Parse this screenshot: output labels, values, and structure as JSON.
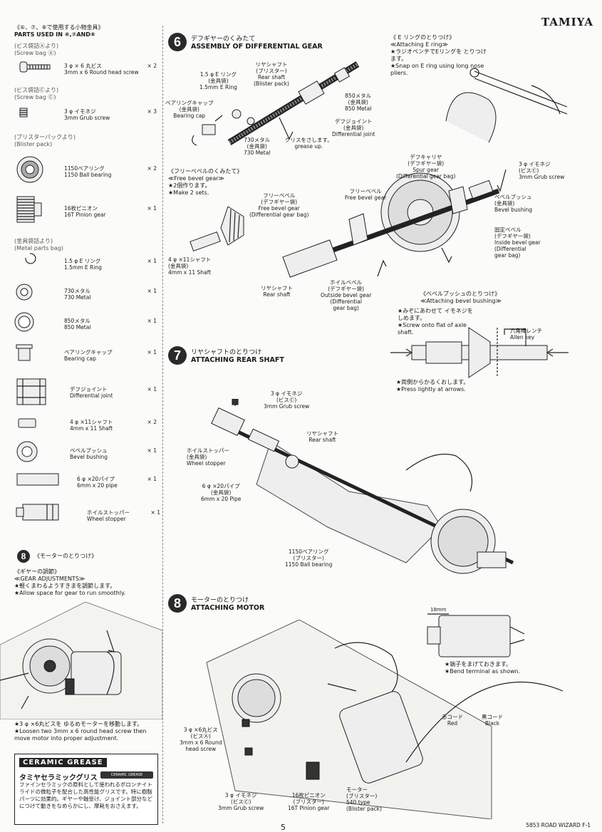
{
  "brand": "TAMIYA",
  "footer": {
    "page": "5",
    "model": "5853 ROAD WIZARD F-1"
  },
  "parts": {
    "title_jp": "《⑥、⑦、⑧で使用する小物金具》",
    "title_en": "PARTS USED IN ⑥,⑦AND⑧",
    "groups": [
      {
        "jp": "(ビス袋詰Ⓐより)",
        "en": "(Screw bag Ⓐ)"
      },
      {
        "jp": "(ビス袋詰Ⓒより)",
        "en": "(Screw bag Ⓒ)"
      },
      {
        "jp": "(ブリスターパックより)",
        "en": "(Blister pack)"
      },
      {
        "jp": "(金具袋詰より)",
        "en": "(Metal parts bag)"
      }
    ],
    "items": [
      {
        "jp": "3 φ × 6 丸ビス",
        "en": "3mm x 6 Round head screw",
        "qty": "× 2"
      },
      {
        "jp": "3 φ イモネジ",
        "en": "3mm Grub screw",
        "qty": "× 3"
      },
      {
        "jp": "1150ベアリング",
        "en": "1150 Ball bearing",
        "qty": "× 2"
      },
      {
        "jp": "16枚ピニオン",
        "en": "16T Pinion gear",
        "qty": "× 1"
      },
      {
        "jp": "1.5 φ E リング",
        "en": "1.5mm E Ring",
        "qty": "× 1"
      },
      {
        "jp": "730メタル",
        "en": "730 Metal",
        "qty": "× 1"
      },
      {
        "jp": "850メタル",
        "en": "850 Metal",
        "qty": "× 1"
      },
      {
        "jp": "ベアリングキャップ",
        "en": "Bearing cap",
        "qty": "× 1"
      },
      {
        "jp": "デフジョイント",
        "en": "Differential joint",
        "qty": "× 1"
      },
      {
        "jp": "4 φ ×11シャフト",
        "en": "4mm x 11 Shaft",
        "qty": "× 2"
      },
      {
        "jp": "ベベルブッシュ",
        "en": "Bevel bushing",
        "qty": "× 1"
      },
      {
        "jp": "6 φ ×20パイプ",
        "en": "6mm x 20 pipe",
        "qty": "× 1"
      },
      {
        "jp": "ホイルストッパー",
        "en": "Wheel stopper",
        "qty": "× 1"
      }
    ]
  },
  "step6": {
    "num": "6",
    "title_jp": "デフギヤーのくみたて",
    "title_en": "ASSEMBLY OF DIFFERENTIAL GEAR",
    "labels": {
      "ering": [
        "1.5 φ E リング",
        "(金具袋)",
        "1.5mm E Ring"
      ],
      "rearshaft": [
        "リヤシャフト",
        "(ブリスター)",
        "Rear shaft",
        "(Blister pack)"
      ],
      "m850": [
        "850メタル",
        "(金具袋)",
        "850 Metal"
      ],
      "bcap": [
        "ベアリングキャップ",
        "(金具袋)",
        "Bearing cap"
      ],
      "m730": [
        "730メタル",
        "(金具袋)",
        "730 Metal"
      ],
      "grease": [
        "グリスをさします。",
        "grease up."
      ],
      "djoint": [
        "デフジョイント",
        "(金具袋)",
        "Differential joint"
      ]
    },
    "ering_box": {
      "title": "《 E リングのとりつけ》",
      "title_en": "≪Attaching E ring≫",
      "jp": "★ラジオペンチでEリングを とりつけます。",
      "en": "★Snap on E ring using long nose pliers."
    },
    "freebevel": {
      "title": "《フリーベベルのくみたて》",
      "title_en": "≪Free bevel gear≫",
      "n1": "★2個作ります。",
      "n2": "★Make 2 sets.",
      "fb": [
        "フリーベベル",
        "(デフギヤー袋)",
        "Free bevel gear",
        "(Differential gear bag)"
      ],
      "shaft": [
        "4 φ ×11シャフト",
        "(金具袋)",
        "4mm x 11 Shaft"
      ]
    },
    "assembly": {
      "spur": [
        "デフキャリヤ",
        "(デフギヤー袋)",
        "Spur gear",
        "(Differential gear bag)"
      ],
      "grub": [
        "3 φ イモネジ",
        "(ビスⒸ)",
        "3mm Grub screw"
      ],
      "fb": [
        "フリーベベル",
        "Free bevel gear"
      ],
      "bush": [
        "ベベルブッシュ",
        "(金具袋)",
        "Bevel bushing"
      ],
      "inside": [
        "固定ベベル",
        "(デフギヤー袋)",
        "Inside bevel gear",
        "(Differential",
        "gear bag)"
      ],
      "rear": [
        "リヤシャフト",
        "Rear shaft"
      ],
      "outside": [
        "ホイルベベル",
        "(デフギヤー袋)",
        "Outside bevel gear",
        "(Differential",
        "gear bag)"
      ]
    },
    "bevel_box": {
      "title": "《ベベルブッシュのとりつけ》",
      "title_en": "≪Attaching bevel bushing≫",
      "jp": "★みぞにあわせて イモネジをしめます。",
      "en": "★Screw onto flat of axle shaft.",
      "allen": [
        "六角棒レンチ",
        "Allen key"
      ],
      "press_jp": "★両側からかるくおします。",
      "press_en": "★Press lightly at arrows."
    }
  },
  "step7": {
    "num": "7",
    "title_jp": "リヤシャフトのとりつけ",
    "title_en": "ATTACHING REAR SHAFT",
    "grub": [
      "3 φ イモネジ",
      "(ビスⒸ)",
      "3mm Grub screw"
    ],
    "rear": [
      "リヤシャフト",
      "Rear shaft"
    ],
    "stopper": [
      "ホイルストッパー",
      "(金具袋)",
      "Wheel stopper"
    ],
    "pipe": [
      "6 φ ×20パイプ",
      "(金具袋)",
      "6mm x 20 Pipe"
    ],
    "bearing": [
      "1150ベアリング",
      "(ブリスター)",
      "1150 Ball bearing"
    ]
  },
  "step8left": {
    "num": "8",
    "title_jp": "《モーターのとりつけ》",
    "gear_jp": "《ギヤーの調節》",
    "gear_en": "≪GEAR ADJUSTMENTS≫",
    "n1": "★軽くまわるようすきまを調節します。",
    "n2": "★Allow space for gear to run smoothly.",
    "loosen_jp": "★3 φ ×6丸ビスを ゆるめモーターを移動します。",
    "loosen_en": "★Loosen two 3mm x 6 round head screw then move motor into proper adjustment.",
    "ceramic_logo": "CERAMIC GREASE",
    "ceramic_jp": "タミヤセラミックグリス",
    "ceramic_tube": "CERAMIC GREASE",
    "ceramic_desc": "ファインセラミックの原料として使われるボロンナイトライドの微粒子を配合した高性能グリスです。特に樹脂パーツに効果的。ギヤーや軸受け、ジョイント部分などにつけて動きをなめらかにし、摩耗をおさえます。"
  },
  "step8": {
    "num": "8",
    "title_jp": "モーターのとりつけ",
    "title_en": "ATTACHING MOTOR",
    "dim": "18mm",
    "bend_jp": "★端子をまげておきます。",
    "bend_en": "★Bend terminal as shown.",
    "red": [
      "赤コード",
      "Red"
    ],
    "black": [
      "黒コード",
      "Black"
    ],
    "screw": [
      "3 φ ×6丸ビス",
      "(ビスⒶ)",
      "3mm x 6 Round",
      "head screw"
    ],
    "grub": [
      "3 φ イモネジ",
      "(ビスⒸ)",
      "3mm Grub screw"
    ],
    "pinion": [
      "16枚ピニオン",
      "(ブリスター)",
      "16T Pinion gear"
    ],
    "motor": [
      "モーター",
      "(ブリスター)",
      "540 type",
      "(Blister pack)"
    ]
  }
}
